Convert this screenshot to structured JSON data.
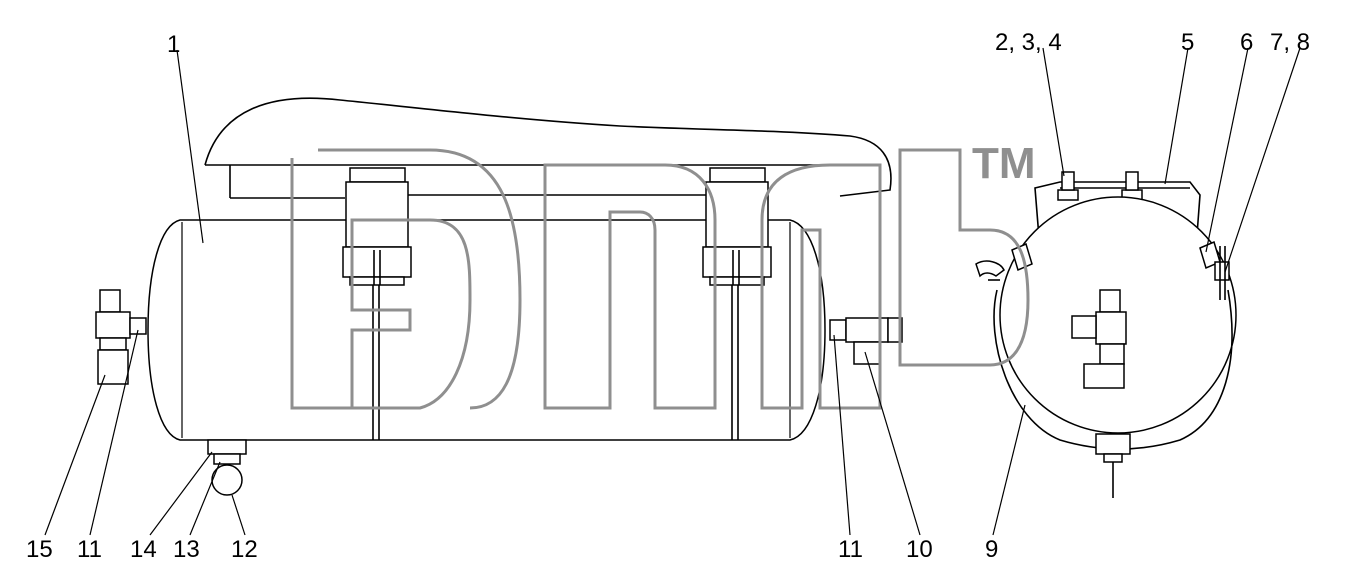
{
  "labels": {
    "l1": "1",
    "l234": "2, 3, 4",
    "l5": "5",
    "l6": "6",
    "l78": "7, 8",
    "l15": "15",
    "l11a": "11",
    "l14": "14",
    "l13": "13",
    "l12": "12",
    "l11b": "11",
    "l10": "10",
    "l9": "9"
  },
  "watermark": {
    "text": "TM"
  }
}
